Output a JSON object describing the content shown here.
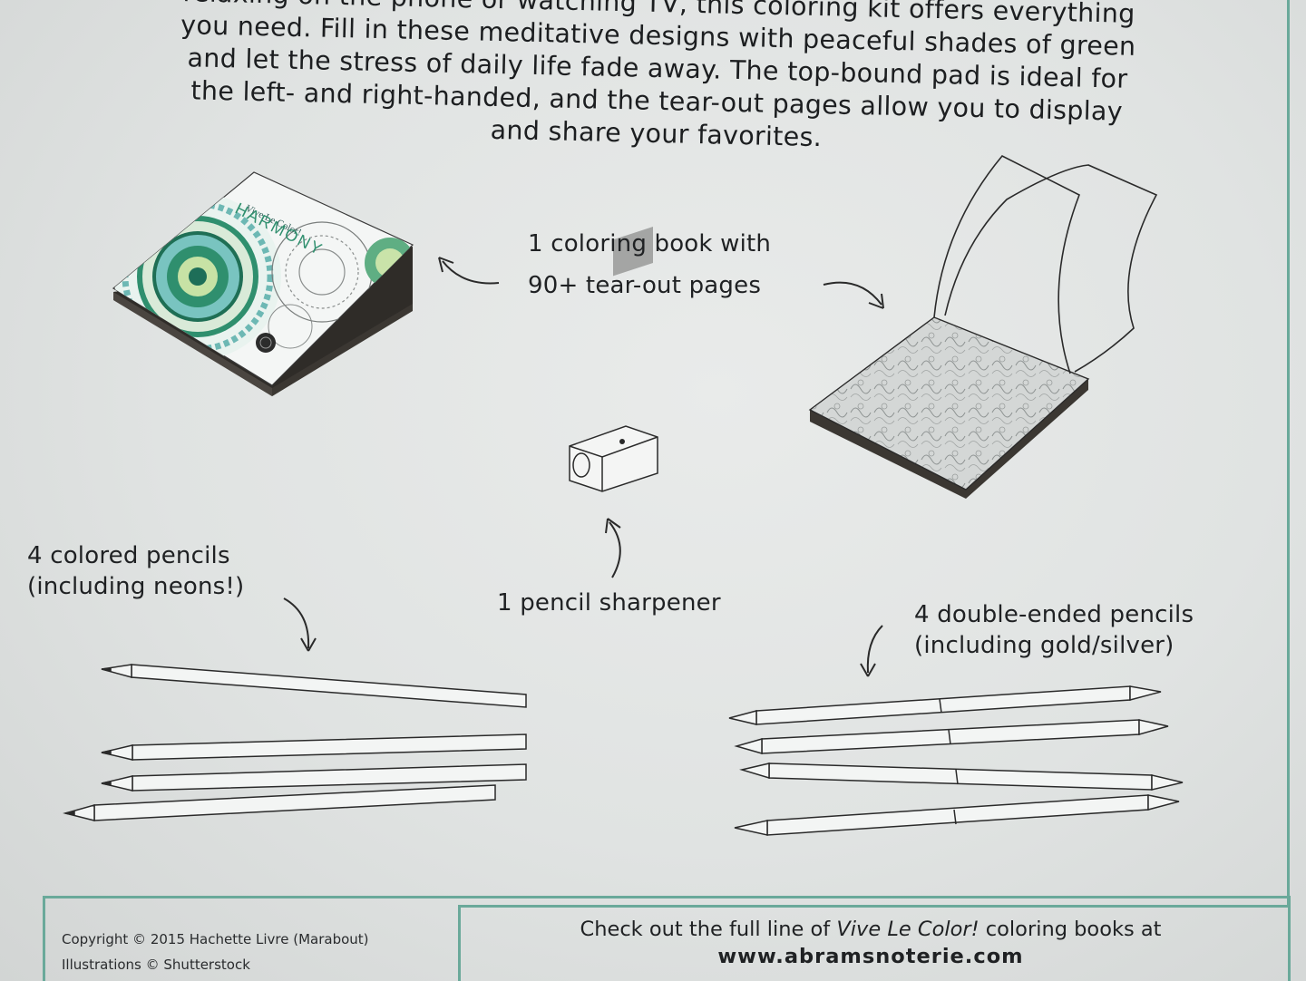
{
  "intro": {
    "line1": "relaxing on the phone or watching TV, this coloring kit offers everything",
    "line2": "you need. Fill in these meditative designs with peaceful shades of green",
    "line3": "and let the stress of daily life fade away. The top-bound pad is ideal for",
    "line4": "the left- and right-handed, and the tear-out pages allow you to display",
    "line5": "and share your favorites."
  },
  "book_cover": {
    "brand": "Vive Le Color!",
    "title": "HARMONY"
  },
  "labels": {
    "coloring_book_line1": "1 coloring book with",
    "coloring_book_line2": "90+ tear-out pages",
    "sharpener": "1 pencil sharpener",
    "colored_pencils_line1": "4 colored pencils",
    "colored_pencils_line2": "(including neons!)",
    "double_ended_line1": "4 double-ended pencils",
    "double_ended_line2": "(including gold/silver)"
  },
  "footer": {
    "copyright": "Copyright © 2015 Hachette Livre (Marabout)",
    "illustrations": "Illustrations © Shutterstock",
    "checkout_prefix": "Check out the full line of ",
    "checkout_brand": "Vive Le Color!",
    "checkout_suffix": " coloring books at",
    "url": "www.abramsnoterie.com"
  },
  "colors": {
    "accent_border": "#6aa99a",
    "book_green": "#2f8f6e",
    "book_teal": "#79c4c0",
    "ink": "#1f2123"
  }
}
